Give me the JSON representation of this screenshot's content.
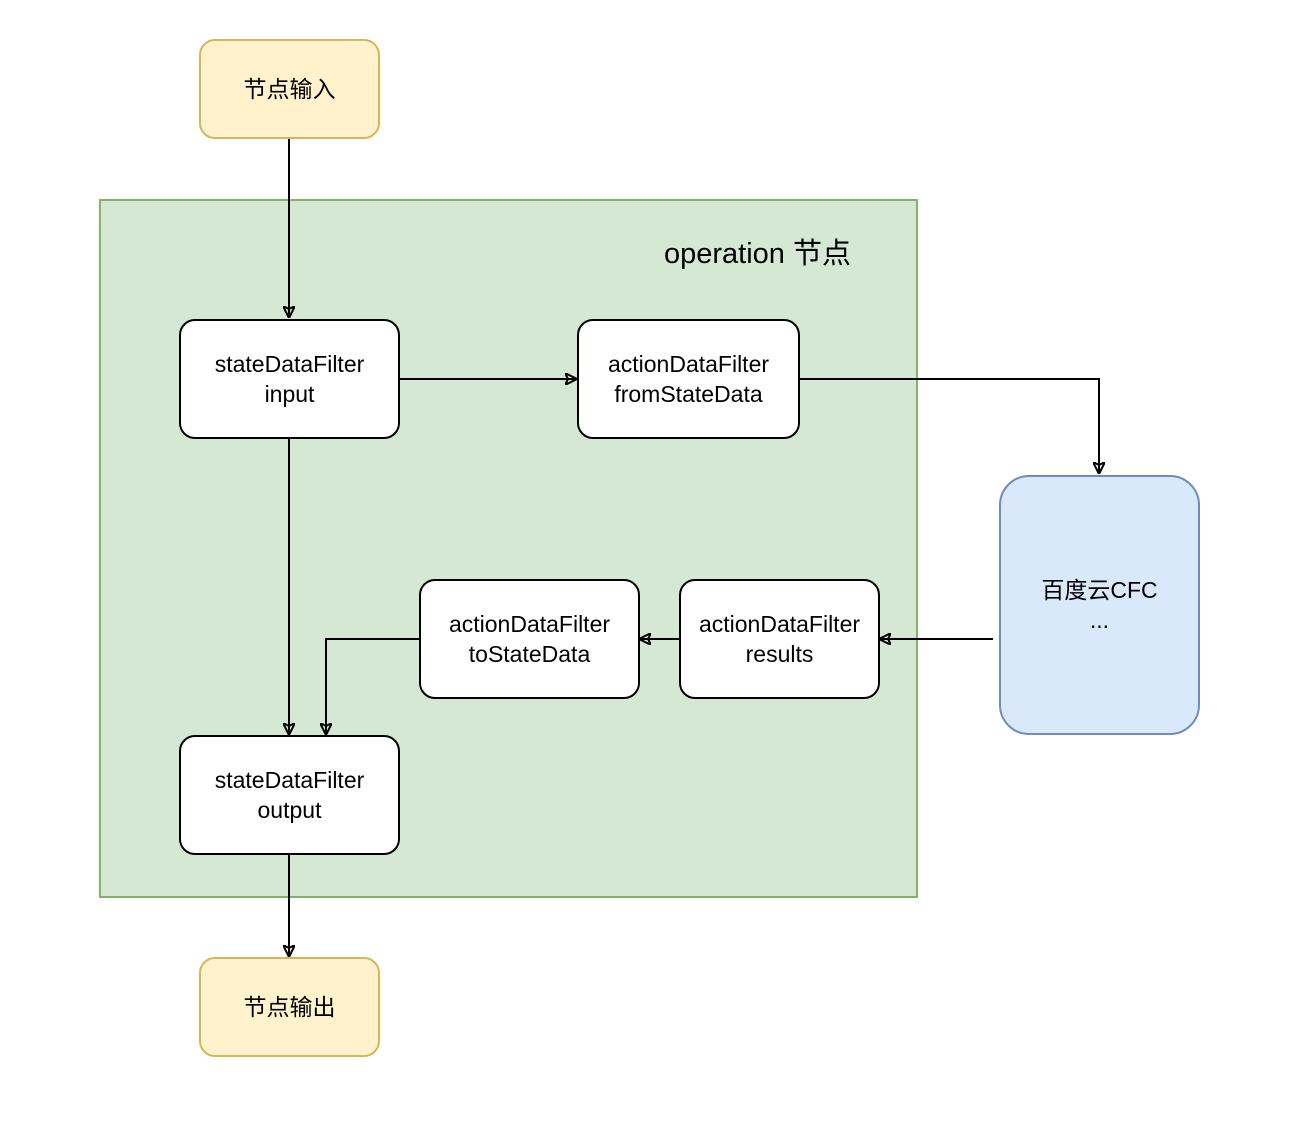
{
  "container": {
    "label": "operation 节点",
    "fill": "#d5e8d4",
    "stroke": "#82b366"
  },
  "nodes": {
    "input": {
      "label": "节点输入"
    },
    "state_input": {
      "line1": "stateDataFilter",
      "line2": "input"
    },
    "from_state": {
      "line1": "actionDataFilter",
      "line2": "fromStateData"
    },
    "cfc": {
      "line1": "百度云CFC",
      "line2": "..."
    },
    "results": {
      "line1": "actionDataFilter",
      "line2": "results"
    },
    "to_state": {
      "line1": "actionDataFilter",
      "line2": "toStateData"
    },
    "state_output": {
      "line1": "stateDataFilter",
      "line2": "output"
    },
    "output": {
      "label": "节点输出"
    }
  },
  "colors": {
    "terminal_fill": "#fff2cc",
    "terminal_stroke": "#d6b656",
    "external_fill": "#dae8fc",
    "external_stroke": "#6c8ebf",
    "process_fill": "#ffffff",
    "process_stroke": "#000000"
  }
}
